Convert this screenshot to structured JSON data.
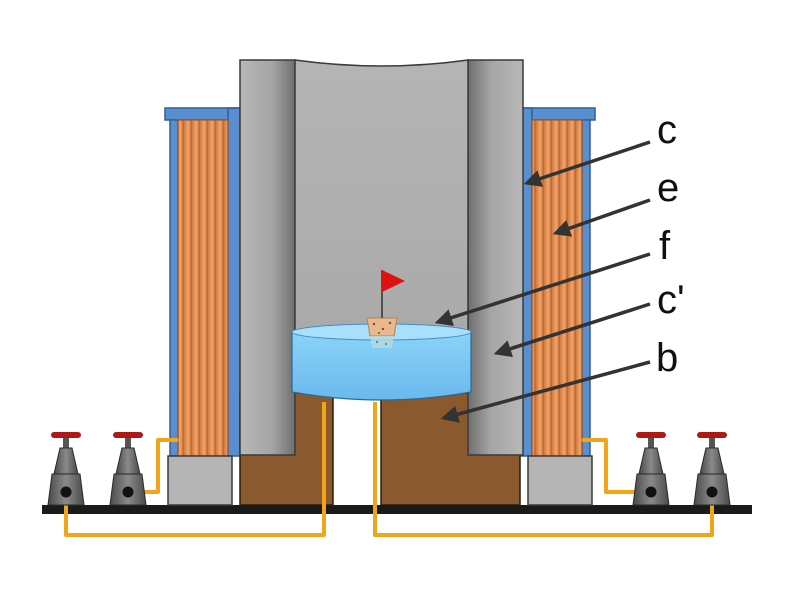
{
  "labels": {
    "c": "c",
    "e": "e",
    "f": "f",
    "c_prime": "c'",
    "b": "b"
  },
  "colors": {
    "coil": "#e8965a",
    "coil_stripe": "#c8733b",
    "housing": "#5a8fcf",
    "pole": "#9a9a9a",
    "water": "#7cc8f5",
    "wood": "#8a5a2e",
    "wire": "#f2a519",
    "terminal_cap": "#b01818",
    "flag": "#e01010",
    "cork": "#e9b88f",
    "base": "#1a1a1a"
  }
}
